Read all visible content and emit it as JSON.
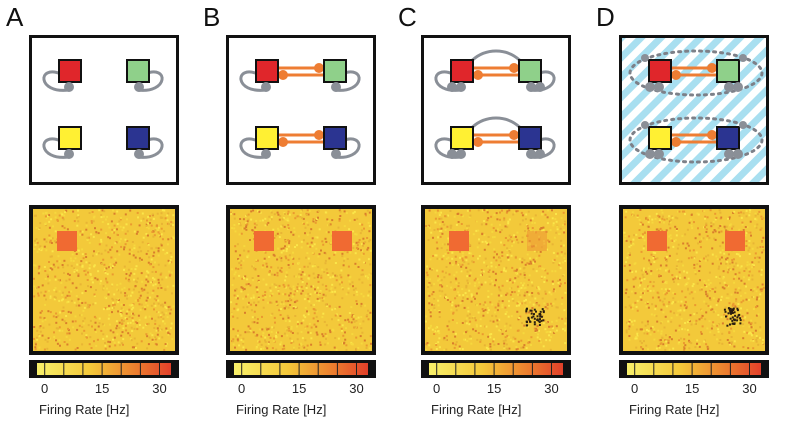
{
  "panels": [
    {
      "label": "A",
      "connections": "none",
      "striped_background": false,
      "active_patches": 1,
      "silent_patches": 0
    },
    {
      "label": "B",
      "connections": "horizontal",
      "striped_background": false,
      "active_patches": 2,
      "silent_patches": 0
    },
    {
      "label": "C",
      "connections": "horizontal+arcs",
      "striped_background": false,
      "active_patches": 1,
      "silent_patches": 1
    },
    {
      "label": "D",
      "connections": "horizontal+dotted-loops",
      "striped_background": true,
      "active_patches": 2,
      "silent_patches": 1
    }
  ],
  "colorbar": {
    "ticks": [
      "0",
      "15",
      "30"
    ],
    "tick_values": [
      0,
      15,
      30
    ],
    "min": -2,
    "max": 33,
    "axis_label": "Firing Rate [Hz]"
  },
  "colors": {
    "red": "#e0262b",
    "green": "#8fd08a",
    "yellow": "#fff033",
    "blue": "#2b3491",
    "loop": "#8a8f97",
    "connection": "#ee7d33",
    "stripe": "#a8dff0",
    "heat_base": "#f3c93a",
    "patch": "#f06a32"
  }
}
